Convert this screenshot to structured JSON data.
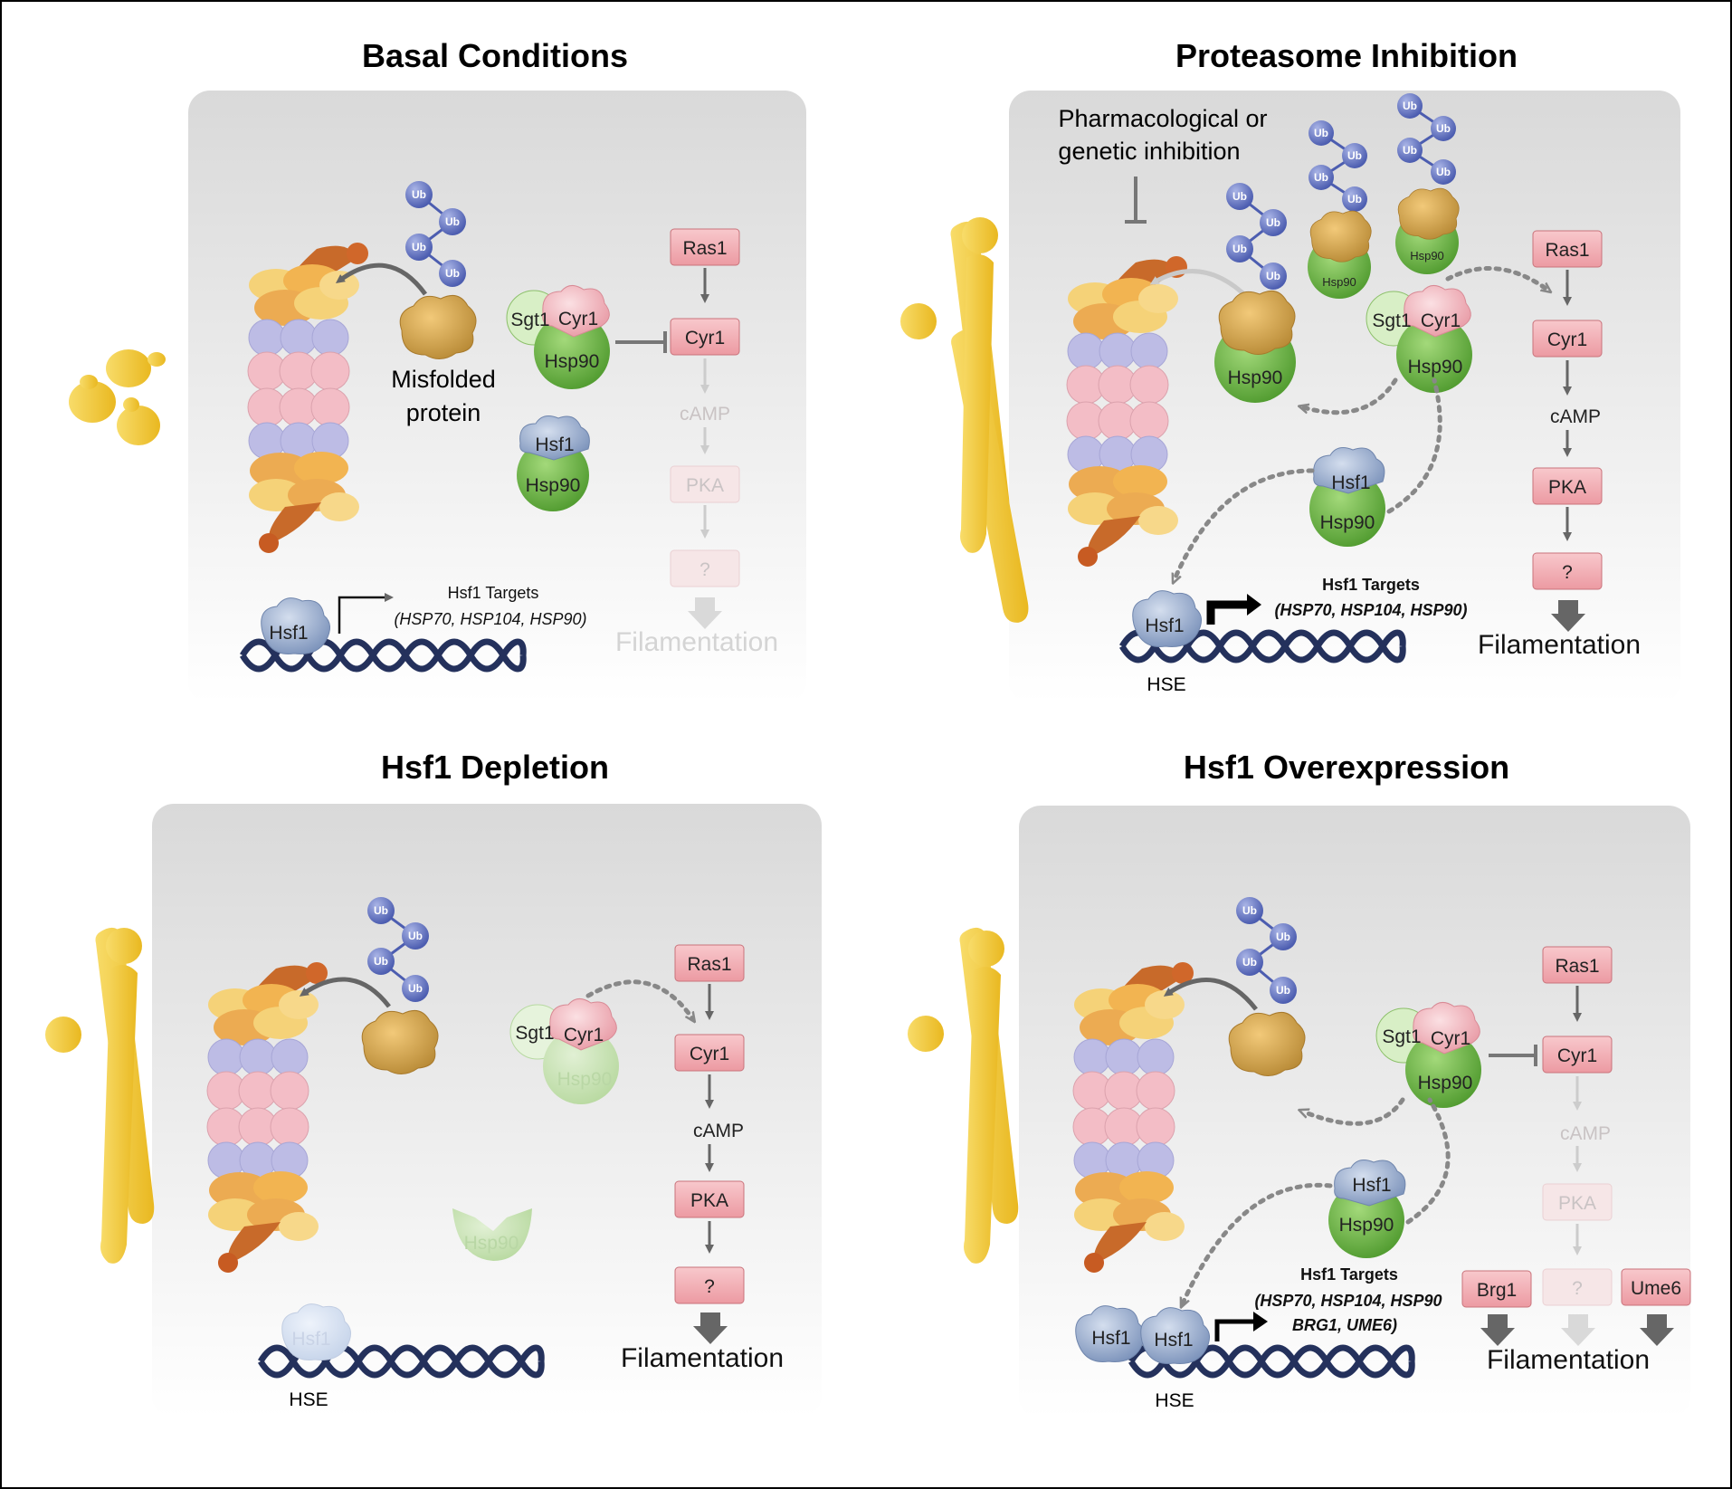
{
  "panels": {
    "basal": {
      "title": "Basal Conditions",
      "misfolded_label_1": "Misfolded",
      "misfolded_label_2": "protein",
      "targets_title": "Hsf1 Targets",
      "targets_genes": "(HSP70, HSP104, HSP90)",
      "filamentation": "Filamentation"
    },
    "proteasome": {
      "title": "Proteasome Inhibition",
      "inhibition_label_1": "Pharmacological or",
      "inhibition_label_2": "genetic inhibition",
      "targets_title": "Hsf1 Targets",
      "targets_genes": "(HSP70, HSP104, HSP90)",
      "hse": "HSE",
      "filamentation": "Filamentation"
    },
    "depletion": {
      "title": "Hsf1 Depletion",
      "hse": "HSE",
      "filamentation": "Filamentation"
    },
    "overexpression": {
      "title": "Hsf1 Overexpression",
      "targets_title": "Hsf1 Targets",
      "targets_genes_1": "(HSP70, HSP104, HSP90",
      "targets_genes_2": "BRG1, UME6)",
      "hse": "HSE",
      "brg1": "Brg1",
      "ume6": "Ume6",
      "filamentation": "Filamentation"
    }
  },
  "labels": {
    "ub": "Ub",
    "hsp90": "Hsp90",
    "hsf1": "Hsf1",
    "sgt1": "Sgt1",
    "cyr1": "Cyr1",
    "ras1": "Ras1",
    "camp": "cAMP",
    "pka": "PKA",
    "unknown": "?"
  },
  "colors": {
    "pathway_box": "#f4b6bb",
    "pathway_box_border": "#c9737b",
    "hsp90_green": "#6cb544",
    "hsf1_blue": "#8fa6c8",
    "ub_purple": "#6a7bc4",
    "proteasome_orange": "#eaa13a",
    "proteasome_pink": "#f2b9c3",
    "proteasome_lavender": "#b7b6e2",
    "yeast_yellow": "#f6cf3c",
    "dna_navy": "#25325c"
  }
}
